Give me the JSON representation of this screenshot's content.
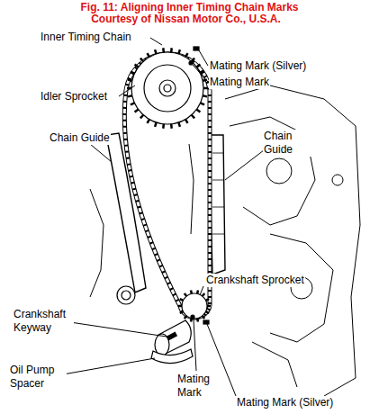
{
  "diagram": {
    "title": "Fig. 11: Aligning Inner Timing Chain Marks",
    "labels": [
      "Courtesy of Nissan Motor Co., U.S.A.",
      "Inner Timing Chain",
      "Mating Mark (Silver)",
      "Mating Mark",
      "Idler Sprocket",
      "Chain Guide",
      "Chain Guide",
      "Crankshaft Sprocket",
      "Crankshaft Keyway",
      "Oil Pump Spacer",
      "Mating Mark",
      "Mating Mark (Silver)"
    ]
  }
}
